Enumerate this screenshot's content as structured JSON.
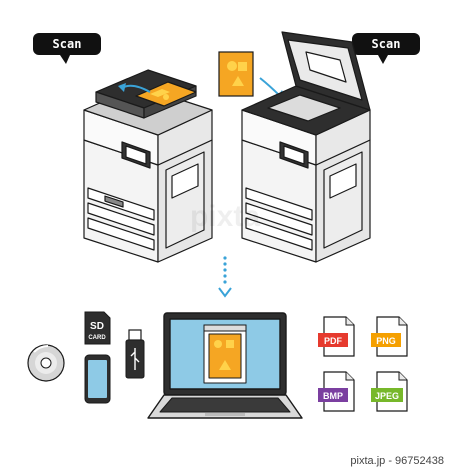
{
  "bubbles": {
    "left": "Scan",
    "right": "Scan"
  },
  "sd_card": {
    "line1": "SD",
    "line2": "CARD"
  },
  "files": [
    {
      "label": "PDF",
      "color": "#e63a2e"
    },
    {
      "label": "PNG",
      "color": "#f5a000"
    },
    {
      "label": "BMP",
      "color": "#7b3fa0"
    },
    {
      "label": "JPEG",
      "color": "#77b82a"
    }
  ],
  "watermark": {
    "logo": "pixta",
    "text": "pixta.jp - 96752438"
  },
  "colors": {
    "outline": "#1a1a1a",
    "machine_body": "#f2f2f2",
    "machine_dark": "#3a3a3a",
    "document_orange": "#f5a623",
    "document_yellow": "#ffd24a",
    "arrow_blue": "#3aa3d8",
    "screen_blue": "#8ecae6"
  },
  "icons": [
    "scan-bubble-icon",
    "copier-icon",
    "cd-icon",
    "sd-card-icon",
    "usb-icon",
    "smartphone-icon",
    "laptop-icon",
    "pdf-file-icon",
    "png-file-icon",
    "bmp-file-icon",
    "jpeg-file-icon",
    "down-arrow-icon"
  ]
}
